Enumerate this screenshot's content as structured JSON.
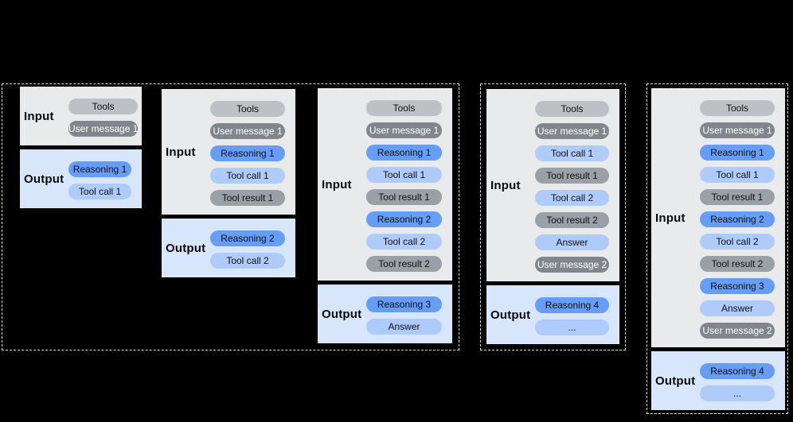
{
  "diagram": {
    "input_label": "Input",
    "output_label": "Output",
    "palette": {
      "background": "#000000",
      "dashed_border": "#d9d9d9",
      "input_section_bg": "#e9eaeb",
      "output_section_bg": "#d8e6fc",
      "pill_tools": "#bdc1c6",
      "pill_user_message": "#80868b",
      "pill_tool_result": "#9aa0a6",
      "pill_reasoning": "#669df6",
      "pill_tool_call": "#aecbfa"
    },
    "turns": [
      {
        "input_items": [
          {
            "label": "Tools",
            "kind": "tools"
          },
          {
            "label": "User message 1",
            "kind": "user_message"
          }
        ],
        "output_items": [
          {
            "label": "Reasoning 1",
            "kind": "reasoning"
          },
          {
            "label": "Tool call 1",
            "kind": "tool_call"
          }
        ]
      },
      {
        "input_items": [
          {
            "label": "Tools",
            "kind": "tools"
          },
          {
            "label": "User message 1",
            "kind": "user_message"
          },
          {
            "label": "Reasoning 1",
            "kind": "reasoning"
          },
          {
            "label": "Tool call 1",
            "kind": "tool_call"
          },
          {
            "label": "Tool result 1",
            "kind": "tool_result"
          }
        ],
        "output_items": [
          {
            "label": "Reasoning 2",
            "kind": "reasoning"
          },
          {
            "label": "Tool call 2",
            "kind": "tool_call"
          }
        ]
      },
      {
        "input_items": [
          {
            "label": "Tools",
            "kind": "tools"
          },
          {
            "label": "User message 1",
            "kind": "user_message"
          },
          {
            "label": "Reasoning 1",
            "kind": "reasoning"
          },
          {
            "label": "Tool call 1",
            "kind": "tool_call"
          },
          {
            "label": "Tool result 1",
            "kind": "tool_result"
          },
          {
            "label": "Reasoning 2",
            "kind": "reasoning"
          },
          {
            "label": "Tool call 2",
            "kind": "tool_call"
          },
          {
            "label": "Tool result 2",
            "kind": "tool_result"
          }
        ],
        "output_items": [
          {
            "label": "Reasoning 3",
            "kind": "reasoning"
          },
          {
            "label": "Answer",
            "kind": "answer"
          }
        ]
      },
      {
        "input_items": [
          {
            "label": "Tools",
            "kind": "tools"
          },
          {
            "label": "User message 1",
            "kind": "user_message"
          },
          {
            "label": "Tool call 1",
            "kind": "tool_call"
          },
          {
            "label": "Tool result 1",
            "kind": "tool_result"
          },
          {
            "label": "Tool call 2",
            "kind": "tool_call"
          },
          {
            "label": "Tool result 2",
            "kind": "tool_result"
          },
          {
            "label": "Answer",
            "kind": "answer"
          },
          {
            "label": "User message 2",
            "kind": "user_message"
          }
        ],
        "output_items": [
          {
            "label": "Reasoning 4",
            "kind": "reasoning"
          },
          {
            "label": "...",
            "kind": "ellipsis"
          }
        ]
      },
      {
        "input_items": [
          {
            "label": "Tools",
            "kind": "tools"
          },
          {
            "label": "User message 1",
            "kind": "user_message"
          },
          {
            "label": "Reasoning 1",
            "kind": "reasoning"
          },
          {
            "label": "Tool call 1",
            "kind": "tool_call"
          },
          {
            "label": "Tool result 1",
            "kind": "tool_result"
          },
          {
            "label": "Reasoning 2",
            "kind": "reasoning"
          },
          {
            "label": "Tool call 2",
            "kind": "tool_call"
          },
          {
            "label": "Tool result 2",
            "kind": "tool_result"
          },
          {
            "label": "Reasoning 3",
            "kind": "reasoning"
          },
          {
            "label": "Answer",
            "kind": "answer"
          },
          {
            "label": "User message 2",
            "kind": "user_message"
          }
        ],
        "output_items": [
          {
            "label": "Reasoning 4",
            "kind": "reasoning"
          },
          {
            "label": "...",
            "kind": "ellipsis"
          }
        ]
      }
    ]
  }
}
